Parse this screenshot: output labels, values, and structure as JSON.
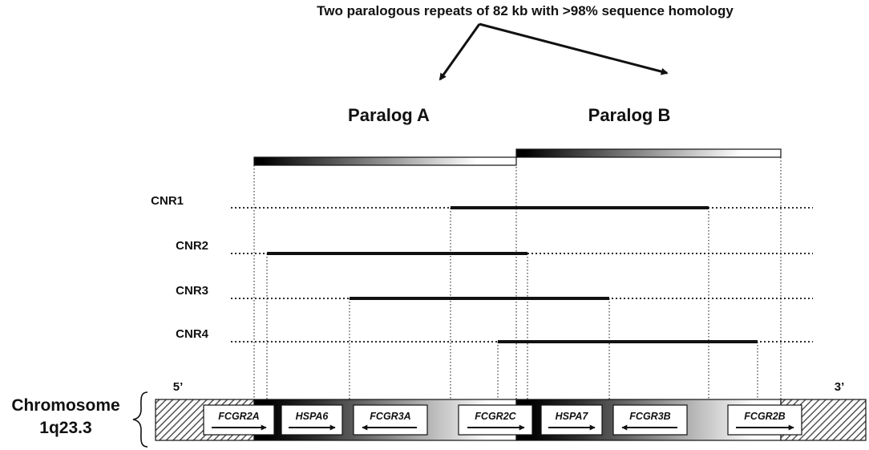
{
  "title": "Two paralogous repeats of 82 kb with >98% sequence homology",
  "paralogs": [
    {
      "label": "Paralog A"
    },
    {
      "label": "Paralog B"
    }
  ],
  "cnrs": [
    {
      "label": "CNR1"
    },
    {
      "label": "CNR2"
    },
    {
      "label": "CNR3"
    },
    {
      "label": "CNR4"
    }
  ],
  "chromosome": {
    "label_line1": "Chromosome",
    "label_line2": "1q23.3",
    "end5": "5’",
    "end3": "3’"
  },
  "genes": [
    {
      "name": "FCGR2A",
      "direction": "right"
    },
    {
      "name": "HSPA6",
      "direction": "right"
    },
    {
      "name": "FCGR3A",
      "direction": "left"
    },
    {
      "name": "FCGR2C",
      "direction": "right"
    },
    {
      "name": "HSPA7",
      "direction": "right"
    },
    {
      "name": "FCGR3B",
      "direction": "left"
    },
    {
      "name": "FCGR2B",
      "direction": "right"
    }
  ],
  "colors": {
    "ink": "#111111",
    "gradient_dark": "#000000",
    "gradient_light": "#ffffff",
    "hatch": "#555555"
  }
}
